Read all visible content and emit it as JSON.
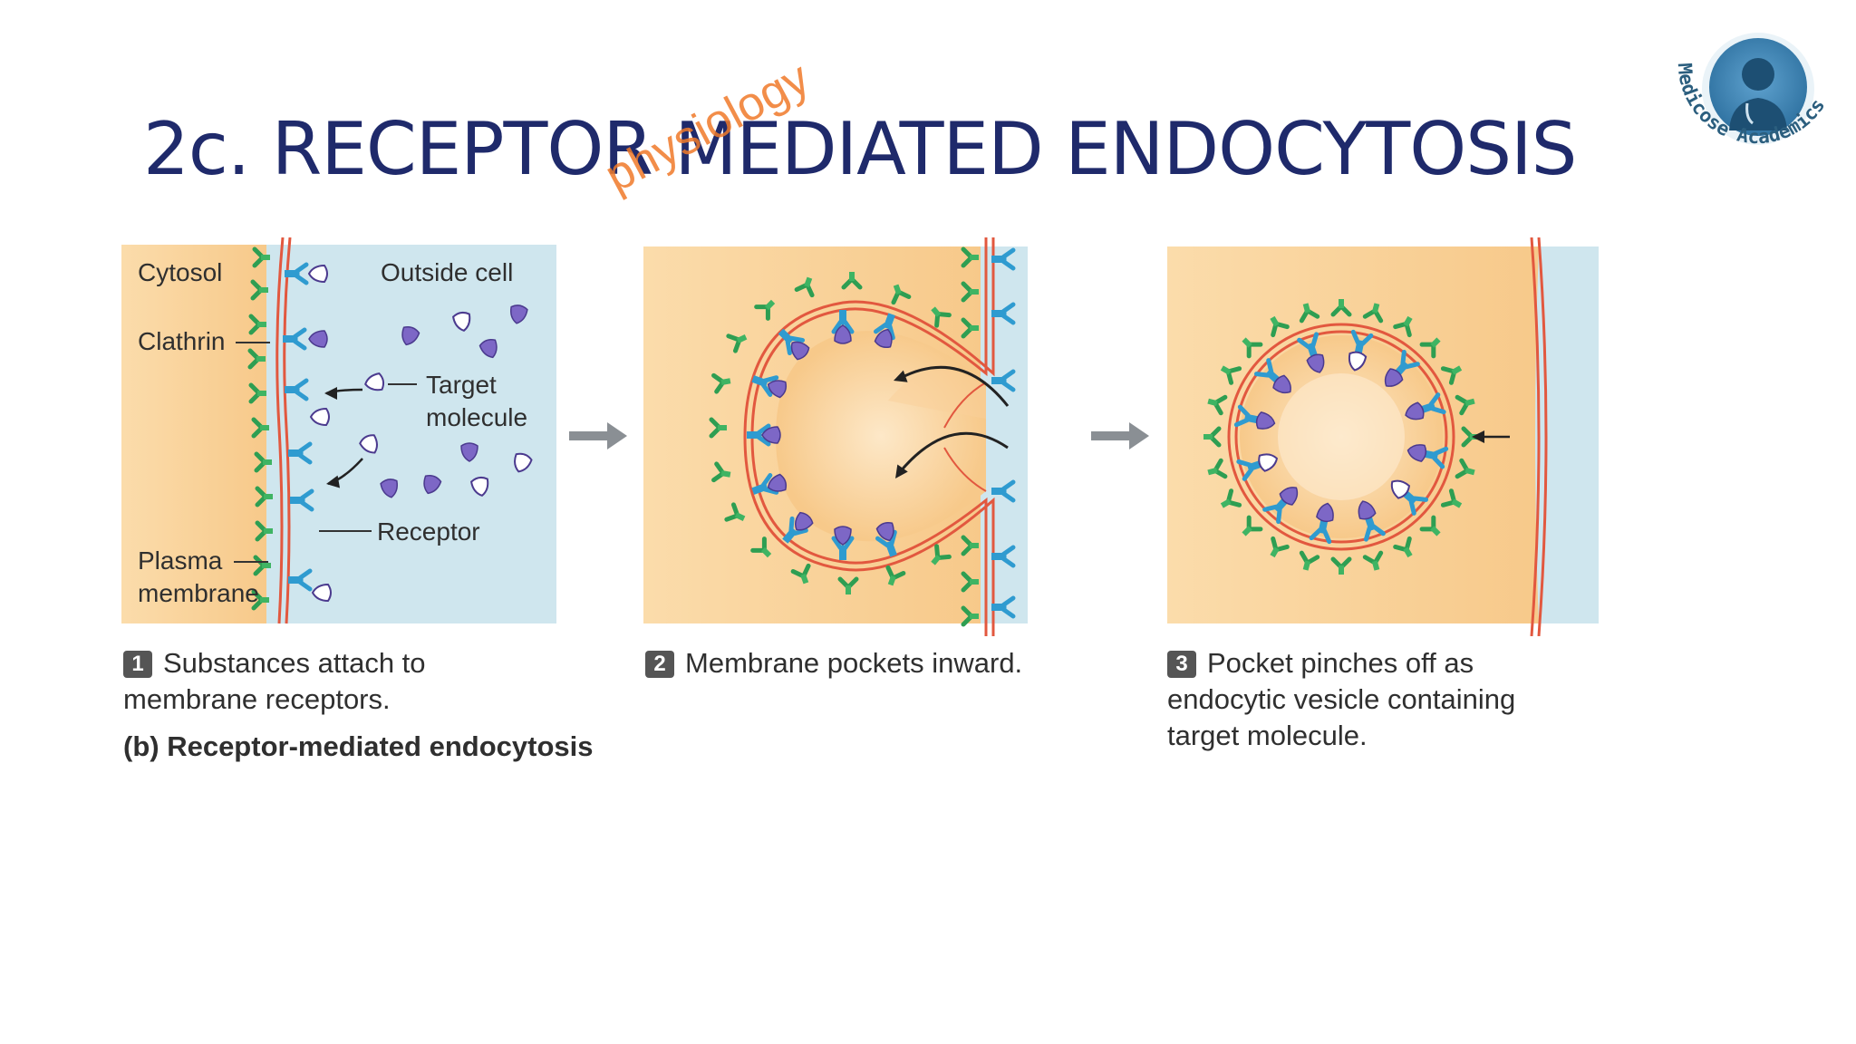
{
  "title": "2c. RECEPTOR MEDIATED ENDOCYTOSIS",
  "watermark": "physiology",
  "logo": {
    "text": "Medicose Academics",
    "icon": "doctor-avatar-icon"
  },
  "labels": {
    "cytosol": "Cytosol",
    "outside_cell": "Outside cell",
    "clathrin": "Clathrin",
    "target_line1": "Target",
    "target_line2": "molecule",
    "receptor": "Receptor",
    "plasma_line1": "Plasma",
    "plasma_line2": "membrane"
  },
  "steps": [
    {
      "number": "1",
      "line1": "Substances attach to",
      "line2": "membrane receptors."
    },
    {
      "number": "2",
      "line1": "Membrane pockets inward."
    },
    {
      "number": "3",
      "line1": "Pocket pinches off as",
      "line2": "endocytic vesicle containing",
      "line3": "target molecule."
    }
  ],
  "figure_caption": "(b)  Receptor-mediated endocytosis",
  "colors": {
    "title": "#1f2a6b",
    "cytosol": "#fbd9a8",
    "outside": "#cfe6ee",
    "clathrin": "#3fb463",
    "receptor": "#2f9bd0",
    "target": "#7d67c6",
    "membrane": "#e2583f",
    "watermark": "#f07a2a"
  }
}
